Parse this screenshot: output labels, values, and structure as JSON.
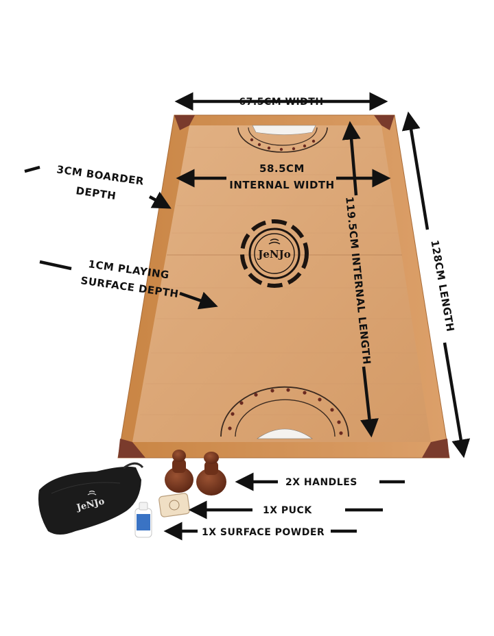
{
  "image": {
    "brand": "JeNJo",
    "labels": {
      "width": "67.5CM WIDTH",
      "internal_width_1": "58.5CM",
      "internal_width_2": "INTERNAL WIDTH",
      "border_depth_1": "3CM BOARDER",
      "border_depth_2": "DEPTH",
      "surface_depth_1": "1CM PLAYING",
      "surface_depth_2": "SURFACE DEPTH",
      "internal_length": "119.5CM  INTERNAL LENGTH",
      "length": "128CM LENGTH",
      "handles": "2X HANDLES",
      "puck": "1X PUCK",
      "powder": "1X SURFACE POWDER"
    },
    "colors": {
      "wood_surface": "#d9a679",
      "wood_frame": "#d18f52",
      "corner_block": "#7a3b2c",
      "handle": "#7b3a22",
      "arrow": "#111111",
      "bag": "#1b1b1b"
    }
  }
}
